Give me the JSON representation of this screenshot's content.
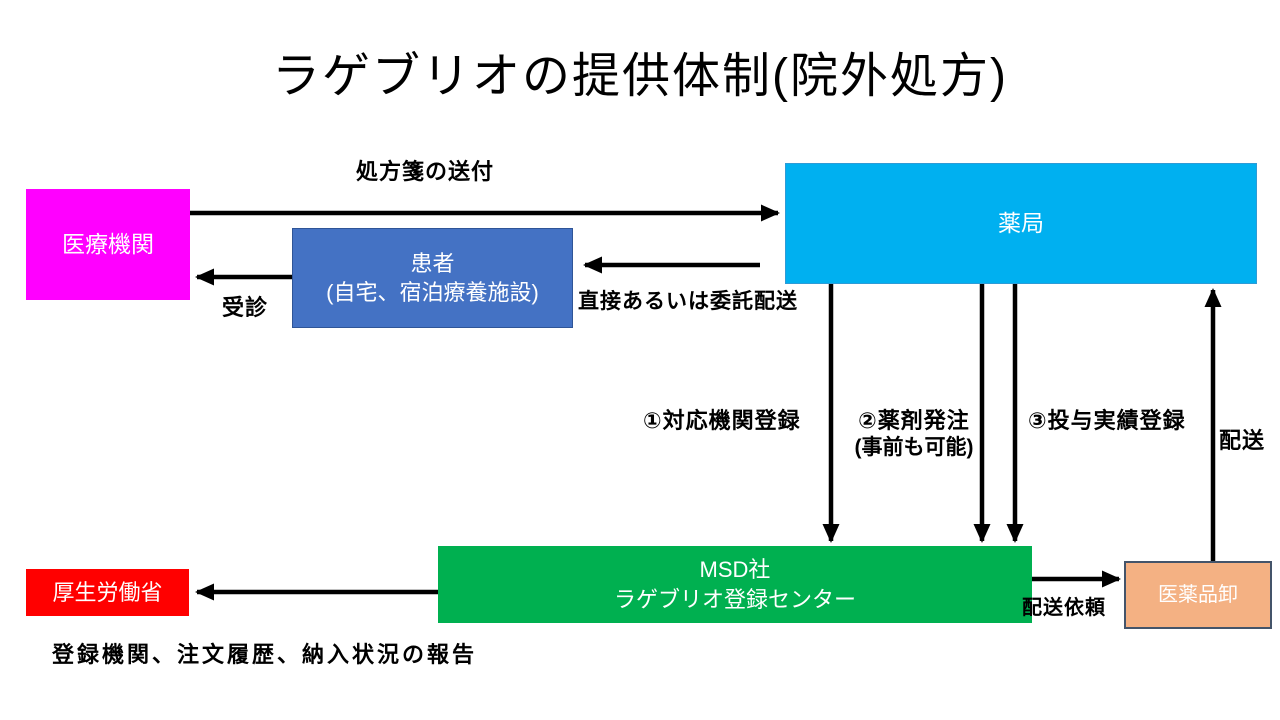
{
  "title": "ラゲブリオの提供体制(院外処方)",
  "nodes": {
    "medical_institution": {
      "label": "医療機関",
      "color": "#FF00FF"
    },
    "patient": {
      "line1": "患者",
      "line2": "(自宅、宿泊療養施設)",
      "color": "#4472C4"
    },
    "pharmacy": {
      "label": "薬局",
      "color": "#00B0F0"
    },
    "msd_center": {
      "line1": "MSD社",
      "line2": "ラゲブリオ登録センター",
      "color": "#00B050"
    },
    "mhlw": {
      "label": "厚生労働省",
      "color": "#FF0000"
    },
    "wholesaler": {
      "label": "医薬品卸",
      "color": "#F4B183"
    }
  },
  "edges": {
    "prescription": "処方箋の送付",
    "consultation": "受診",
    "direct_or_consigned": "直接あるいは委託配送",
    "step1": "①対応機関登録",
    "step2_line1": "②薬剤発注",
    "step2_line2": "(事前も可能)",
    "step3": "③投与実績登録",
    "delivery": "配送",
    "delivery_request": "配送依頼",
    "report": "登録機関、注文履歴、納入状況の報告"
  },
  "arrow_color": "#000000"
}
